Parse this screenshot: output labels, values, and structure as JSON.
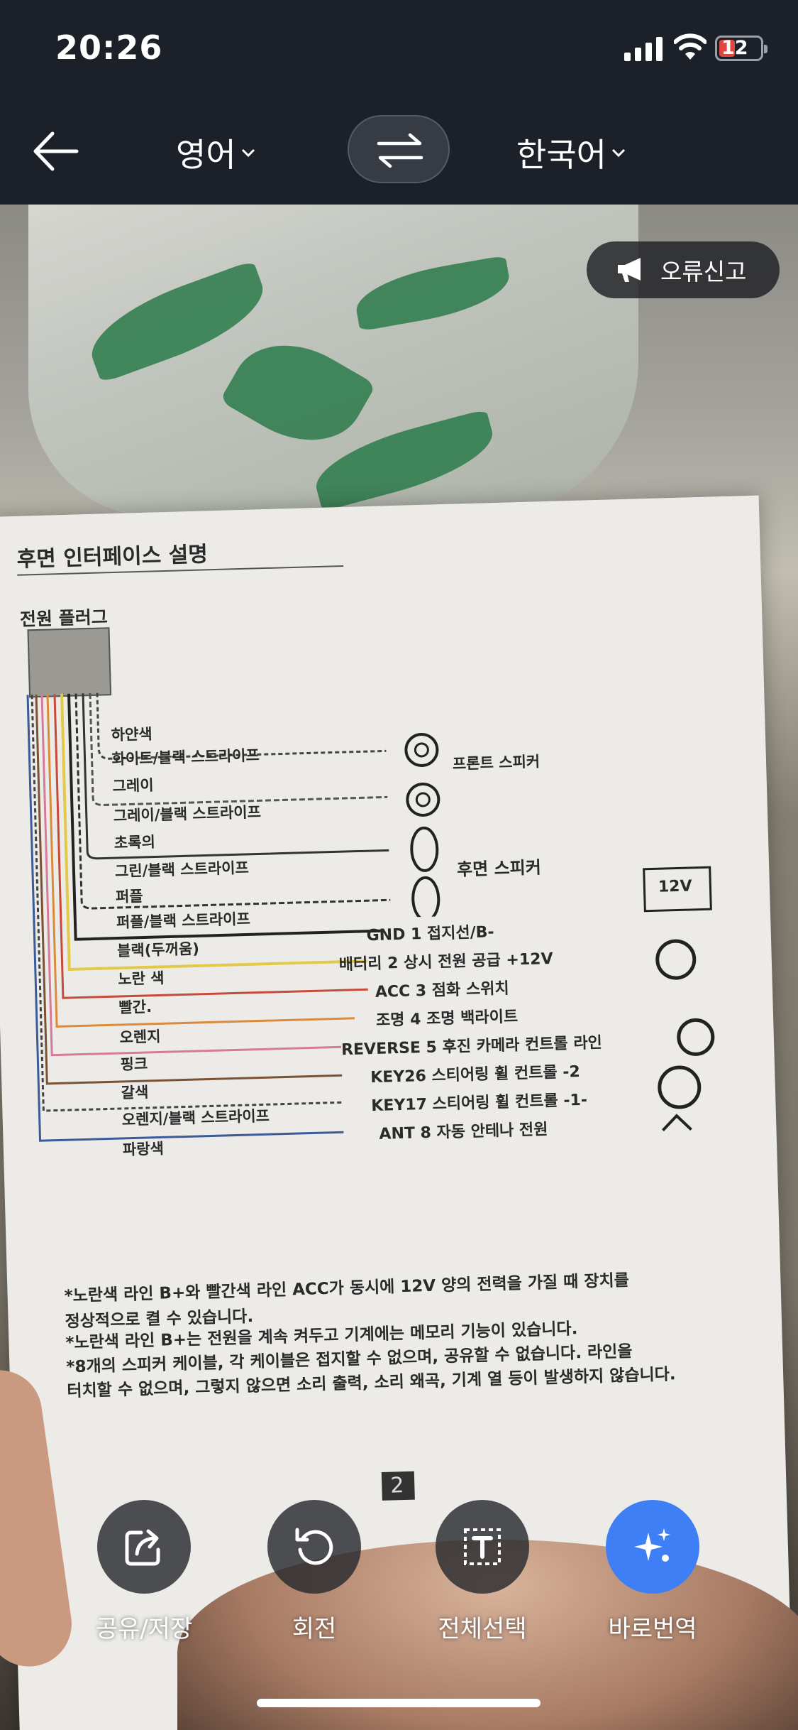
{
  "status": {
    "time": "20:26",
    "battery": "12"
  },
  "header": {
    "source_lang": "영어",
    "target_lang": "한국어"
  },
  "report_button": "오류신고",
  "document": {
    "title": "후면 인터페이스 설명",
    "plug_label": "전원 플러그",
    "wires": [
      {
        "label": "하얀색"
      },
      {
        "label": "화이트/블랙 스트라이프"
      },
      {
        "label": "그레이"
      },
      {
        "label": "그레이/블랙 스트라이프"
      },
      {
        "label": "초록의"
      },
      {
        "label": "그린/블랙 스트라이프"
      },
      {
        "label": "퍼플"
      },
      {
        "label": "퍼플/블랙 스트라이프"
      },
      {
        "label": "블랙(두꺼움)"
      },
      {
        "label": "노란 색"
      },
      {
        "label": "빨간."
      },
      {
        "label": "오렌지"
      },
      {
        "label": "핑크"
      },
      {
        "label": "갈색"
      },
      {
        "label": "오렌지/블랙 스트라이프"
      },
      {
        "label": "파랑색"
      }
    ],
    "speakers": {
      "front": "프론트 스피커",
      "rear": "후면 스피커"
    },
    "pins": [
      "GND 1 접지선/B-",
      "배터리 2 상시 전원 공급 +12V",
      "ACC 3 점화 스위치",
      "조명 4 조명 백라이트",
      "REVERSE 5 후진 카메라 컨트롤 라인",
      "KEY26 스티어링 휠 컨트롤 -2",
      "KEY17 스티어링 휠 컨트롤 -1-",
      "ANT 8 자동 안테나 전원"
    ],
    "battery_label": "12V",
    "notes": [
      "*노란색 라인 B+와 빨간색 라인 ACC가 동시에 12V 양의 전력을 가질 때 장치를",
      "정상적으로 켤 수 있습니다.",
      "*노란색 라인 B+는 전원을 계속 켜두고 기계에는 메모리 기능이 있습니다.",
      "*8개의 스피커 케이블, 각 케이블은 접지할 수 없으며, 공유할 수 없습니다. 라인을",
      "터치할 수 없으며, 그렇지 않으면 소리 출력, 소리 왜곡, 기계 열 등이 발생하지 않습니다."
    ],
    "page_number": "2"
  },
  "actions": [
    {
      "label": "공유/저장",
      "icon": "share-icon"
    },
    {
      "label": "회전",
      "icon": "rotate-icon"
    },
    {
      "label": "전체선택",
      "icon": "select-all-icon"
    },
    {
      "label": "바로번역",
      "icon": "sparkle-icon"
    }
  ],
  "colors": {
    "accent": "#3f7ff5",
    "bar": "#1c2129"
  }
}
